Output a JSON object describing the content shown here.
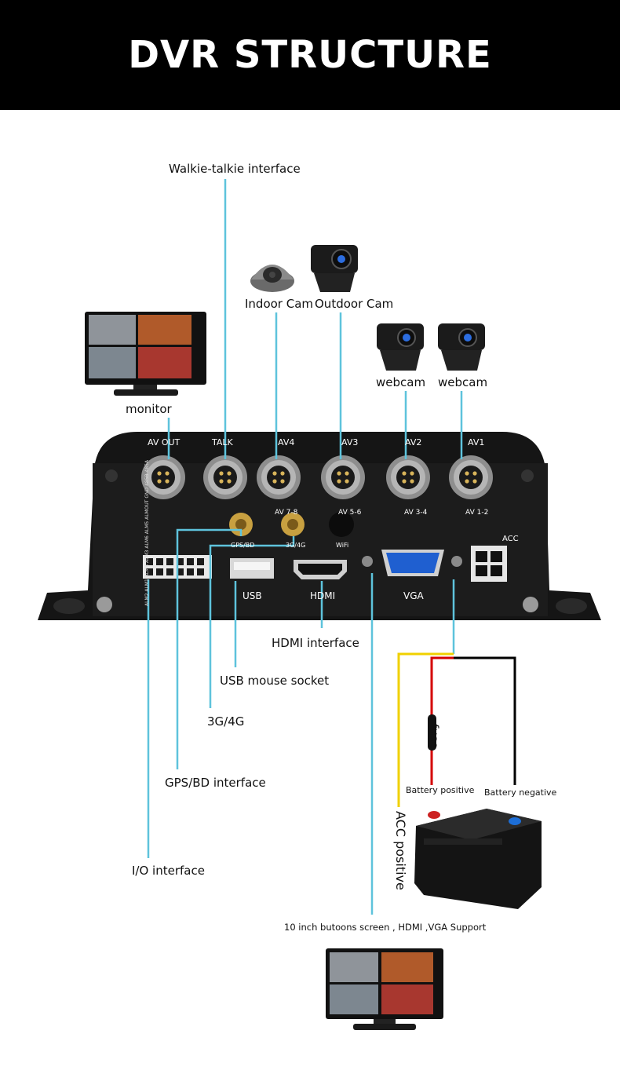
{
  "header": {
    "title": "DVR STRUCTURE"
  },
  "labels": {
    "walkie": "Walkie-talkie interface",
    "indoor_cam": "Indoor Cam",
    "outdoor_cam": "Outdoor Cam",
    "webcam1": "webcam",
    "webcam2": "webcam",
    "monitor": "monitor",
    "hdmi_interface": "HDMI interface",
    "usb_mouse": "USB mouse socket",
    "g34": "3G/4G",
    "gps_bd": "GPS/BD interface",
    "io": "I/O interface",
    "fuse": "fuse",
    "battery_positive": "Battery positive",
    "battery_negative": "Battery negative",
    "acc_positive": "ACC positive",
    "screen_note": "10 inch butoons screen , HDMI ,VGA Support"
  },
  "panel": {
    "top_ports": [
      "AV OUT",
      "TALK",
      "AV4",
      "AV3",
      "AV2",
      "AV1"
    ],
    "sub_ports": [
      "AV 7-8",
      "AV 5-6",
      "AV 3-4",
      "AV 1-2"
    ],
    "gps": "GPS/BD",
    "g34": "3G/4G",
    "wifi": "WiFi",
    "acc": "ACC",
    "usb": "USB",
    "hdmi": "HDMI",
    "vga": "VGA",
    "io_pins": "ALM2 ALM1  ALM4 ALM3  ALM6 ALM5  ALMOUT GND  485B 485A"
  },
  "colors": {
    "leader": "#5ec3dc",
    "yellow_wire": "#f0d000",
    "red_wire": "#d40000",
    "black_wire": "#000000",
    "dvr_body": "#151515"
  }
}
